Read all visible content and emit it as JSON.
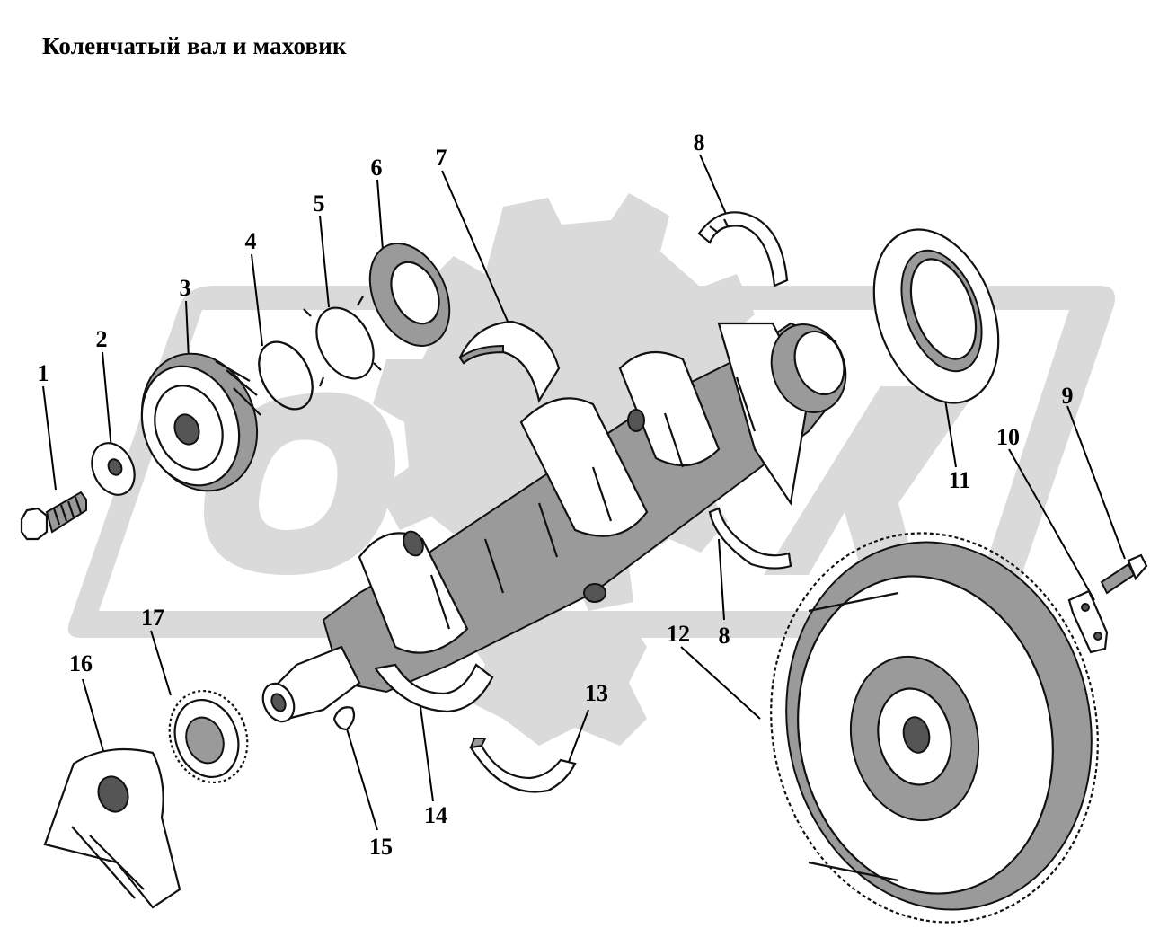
{
  "title": "Коленчатый вал и маховик",
  "callouts": [
    {
      "id": "c1",
      "label": "1"
    },
    {
      "id": "c2",
      "label": "2"
    },
    {
      "id": "c3",
      "label": "3"
    },
    {
      "id": "c4",
      "label": "4"
    },
    {
      "id": "c5",
      "label": "5"
    },
    {
      "id": "c6",
      "label": "6"
    },
    {
      "id": "c7",
      "label": "7"
    },
    {
      "id": "c8a",
      "label": "8"
    },
    {
      "id": "c8b",
      "label": "8"
    },
    {
      "id": "c9",
      "label": "9"
    },
    {
      "id": "c10",
      "label": "10"
    },
    {
      "id": "c11",
      "label": "11"
    },
    {
      "id": "c12",
      "label": "12"
    },
    {
      "id": "c13",
      "label": "13"
    },
    {
      "id": "c14",
      "label": "14"
    },
    {
      "id": "c15",
      "label": "15"
    },
    {
      "id": "c16",
      "label": "16"
    },
    {
      "id": "c17",
      "label": "17"
    }
  ],
  "colors": {
    "ink": "#111111",
    "watermark": "#dadada",
    "background": "#ffffff"
  }
}
